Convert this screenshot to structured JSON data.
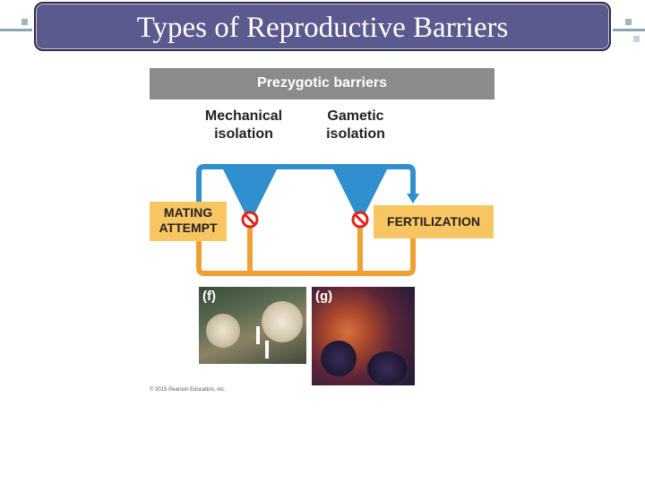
{
  "slide": {
    "title": "Types of Reproductive Barriers"
  },
  "figure": {
    "header": "Prezygotic barriers",
    "barriers": [
      {
        "label": "Mechanical\nisolation"
      },
      {
        "label": "Gametic\nisolation"
      }
    ],
    "start_box": "MATING\nATTEMPT",
    "end_box": "FERTILIZATION",
    "photos": [
      {
        "label": "(f)",
        "subject": "snails"
      },
      {
        "label": "(g)",
        "subject": "sea urchins"
      }
    ],
    "copyright": "© 2015 Pearson Education, Inc."
  },
  "colors": {
    "title_bar": "#5b5a8e",
    "header_bar": "#8b8b8e",
    "blue_arrow": "#2f8fcf",
    "orange_arrow": "#f0a030",
    "box_fill": "#f7c663",
    "stop_sign": "#e2231a"
  },
  "icons": [
    "stop-sign-icon",
    "arrow-down-icon"
  ]
}
